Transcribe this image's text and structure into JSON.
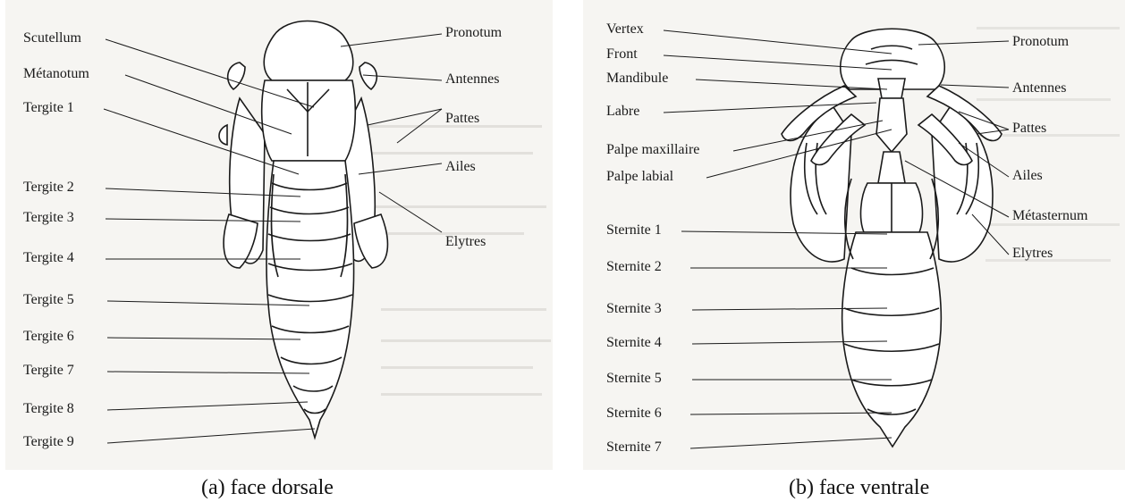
{
  "dorsal": {
    "caption": "(a) face dorsale",
    "labels_left": [
      "Scutellum",
      "Métanotum",
      "Tergite 1",
      "Tergite 2",
      "Tergite 3",
      "Tergite 4",
      "Tergite 5",
      "Tergite 6",
      "Tergite 7",
      "Tergite 8",
      "Tergite 9"
    ],
    "labels_right": [
      "Pronotum",
      "Antennes",
      "Pattes",
      "Ailes",
      "Elytres"
    ]
  },
  "ventral": {
    "caption": "(b) face ventrale",
    "labels_left": [
      "Vertex",
      "Front",
      "Mandibule",
      "Labre",
      "Palpe maxillaire",
      "Palpe labial",
      "Sternite 1",
      "Sternite 2",
      "Sternite 3",
      "Sternite 4",
      "Sternite 5",
      "Sternite 6",
      "Sternite 7"
    ],
    "labels_right": [
      "Pronotum",
      "Antennes",
      "Pattes",
      "Ailes",
      "Métasternum",
      "Elytres"
    ]
  },
  "colors": {
    "ink": "#1a1a1a",
    "paper": "#f6f5f2",
    "bleed": "#d2d0cb"
  }
}
